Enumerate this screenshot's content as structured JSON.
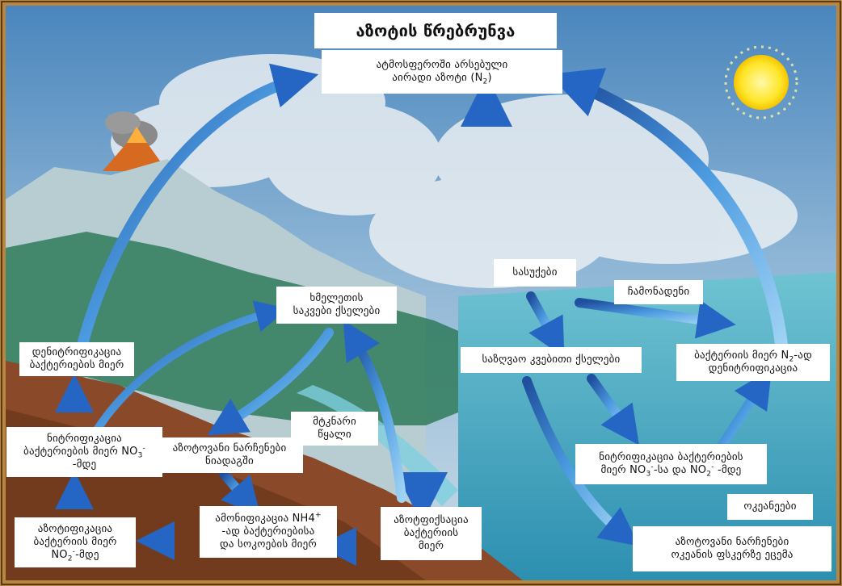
{
  "title": "აზოტის წრებრუნვა",
  "labels": {
    "atmosphere_l1": "ატმოსფეროში არსებული",
    "atmosphere_l2a": "აირადი აზოტი (N",
    "atmosphere_sub": "2",
    "atmosphere_l2b": ")",
    "denitrification_land_l1": "დენიტრიფიკაცია",
    "denitrification_land_l2": "ბაქტერიების მიერ",
    "land_food_l1": "ხმელეთის",
    "land_food_l2": "საკვები ქსელები",
    "fertilizers": "სასუქები",
    "runoff": "ჩამონადენი",
    "marine_food": "საზღვაო კვებითი ქსელები",
    "denitrification_sea_l1a": "ბაქტერიის მიერ N",
    "denitrification_sea_sub": "2",
    "denitrification_sea_l1b": "-ად",
    "denitrification_sea_l2": "დენიტრიფიკაცია",
    "nitrification_no3_l1": "ნიტრიფიკაცია",
    "nitrification_no3_l2a": "ბაქტერიების მიერ NO",
    "nitrification_no3_sub": "3",
    "nitrification_no3_sup": "-",
    "nitrification_no3_l3": "-მდე",
    "fresh_water_l1": "მტკნარი",
    "fresh_water_l2": "წყალი",
    "soil_nitrogen_l1": "აზოტოვანი ნარჩენები",
    "soil_nitrogen_l2": "ნიადაგში",
    "nitrification_sea_l1": "ნიტრიფიკაცია ბაქტერიების",
    "nitrification_sea_l2a": "მიერ NO",
    "nitrification_sea_sub1": "3",
    "nitrification_sea_sup1": "-",
    "nitrification_sea_l2b": "-სა და NO",
    "nitrification_sea_sub2": "2",
    "nitrification_sea_sup2": "-",
    "nitrification_sea_l2c": " -მდე",
    "oceans": "ოკეანეები",
    "nitritation_l1": "აზოტიფიკაცია",
    "nitritation_l2": "ბაქტერიის მიერ",
    "nitritation_l3a": "NO",
    "nitritation_sub": "2",
    "nitritation_sup": "-",
    "nitritation_l3b": "-მდე",
    "ammonification_l1a": "ამონიფიკაცია NH4",
    "ammonification_sup": "+",
    "ammonification_l2": "-ად ბაქტერიებისა",
    "ammonification_l3": "და სოკოების მიერ",
    "fixation_l1": "აზოტფიქსაცია",
    "fixation_l2": "ბაქტერიის",
    "fixation_l3": "მიერ",
    "ocean_floor_l1": "აზოტოვანი ნარჩენები",
    "ocean_floor_l2": "ოკეანის ფსკერზე ეცემა"
  }
}
